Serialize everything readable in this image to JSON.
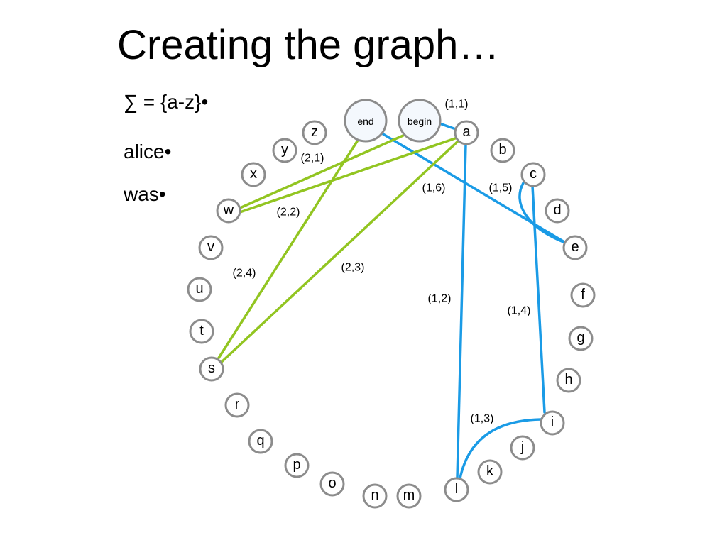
{
  "title": "Creating the graph…",
  "bullets": [
    "∑ = {a-z}•",
    "alice•",
    "was•"
  ],
  "colors": {
    "path_alice": "#1a9be6",
    "path_was": "#92c521",
    "node_stroke": "#8c8c8c"
  },
  "graph": {
    "special_nodes": [
      {
        "id": "end",
        "label": "end"
      },
      {
        "id": "begin",
        "label": "begin"
      }
    ],
    "letter_nodes": [
      "a",
      "b",
      "c",
      "d",
      "e",
      "f",
      "g",
      "h",
      "i",
      "j",
      "k",
      "l",
      "m",
      "n",
      "o",
      "p",
      "q",
      "r",
      "s",
      "t",
      "u",
      "v",
      "w",
      "x",
      "y",
      "z"
    ],
    "edges": [
      {
        "from": "begin",
        "to": "a",
        "color": "path_alice"
      },
      {
        "from": "a",
        "to": "l",
        "label": "(1,2)",
        "color": "path_alice"
      },
      {
        "from": "l",
        "to": "i",
        "label": "(1,3)",
        "color": "path_alice"
      },
      {
        "from": "i",
        "to": "c",
        "label": "(1,4)",
        "color": "path_alice"
      },
      {
        "from": "c",
        "to": "e",
        "label": "(1,5)",
        "color": "path_alice"
      },
      {
        "from": "e",
        "to": "end",
        "label": "(1,6)",
        "color": "path_alice"
      },
      {
        "from": "begin",
        "to": "w",
        "color": "path_was"
      },
      {
        "from": "w",
        "to": "a",
        "color": "path_was"
      },
      {
        "from": "a",
        "to": "s",
        "label": "(2,3)",
        "color": "path_was"
      },
      {
        "from": "s",
        "to": "end",
        "color": "path_was"
      }
    ],
    "labels": [
      "(1,1)",
      "(2,1)",
      "(2,2)",
      "(2,4)"
    ]
  }
}
